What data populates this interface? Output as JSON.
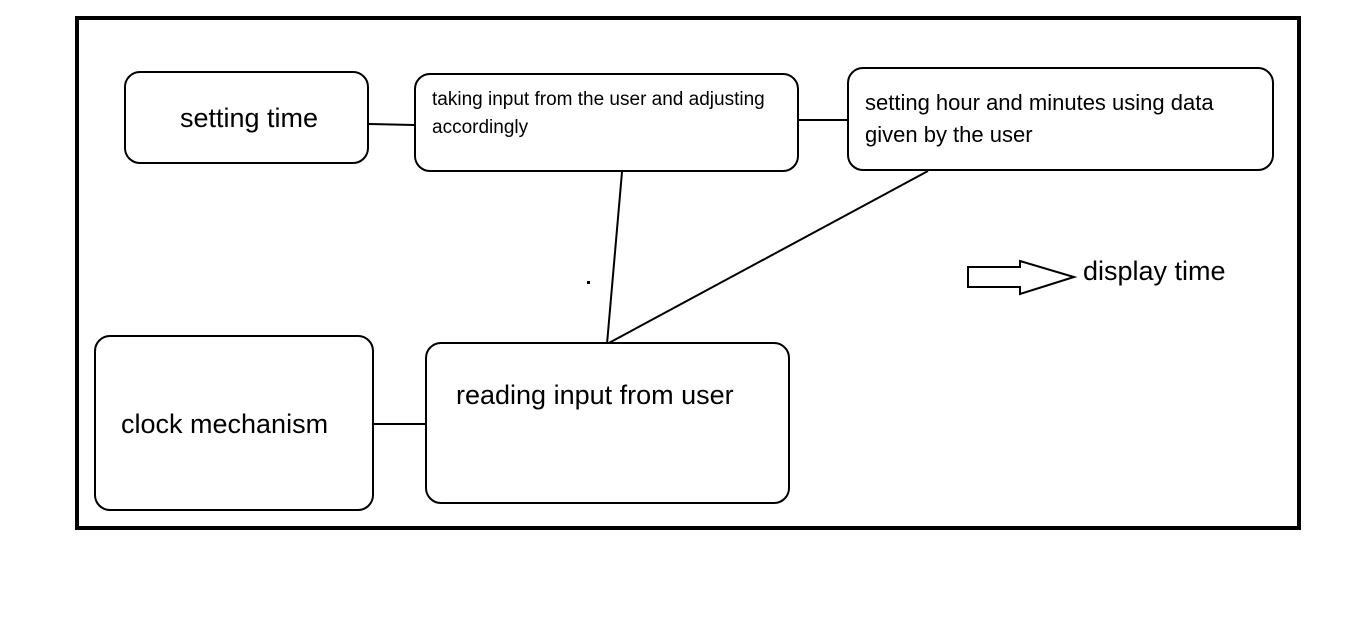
{
  "diagram": {
    "boxes": {
      "setting_time": "setting time",
      "taking_input": "taking input from the user and adjusting accordingly",
      "setting_hour": "setting hour and minutes using data given by the user",
      "clock_mechanism": "clock mechanism",
      "reading_input": "reading input from user"
    },
    "display_time": "display time"
  }
}
